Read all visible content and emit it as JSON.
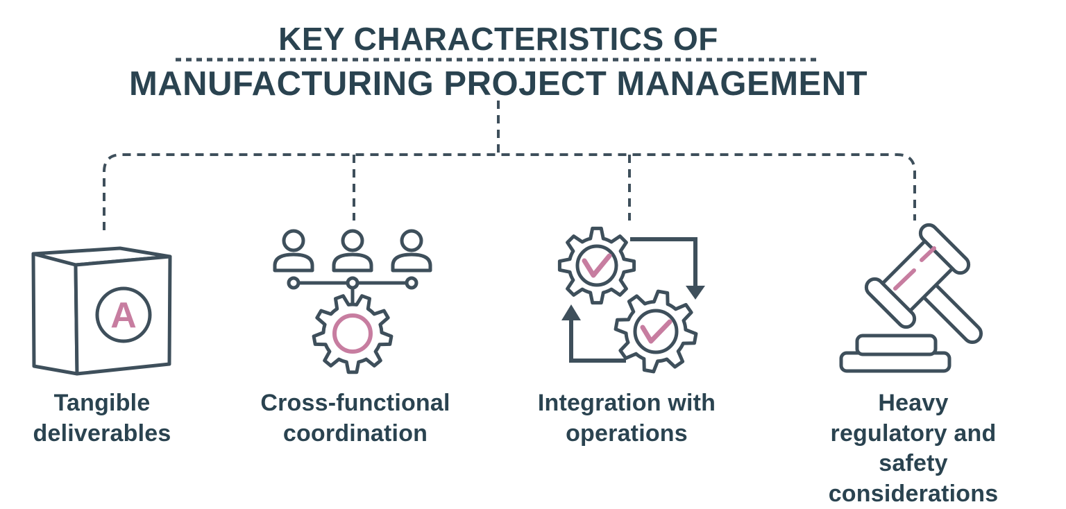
{
  "title": {
    "line1": "KEY CHARACTERISTICS OF",
    "line2": "MANUFACTURING PROJECT MANAGEMENT"
  },
  "branches": [
    {
      "label": "Tangible\ndeliverables",
      "icon": "package-box-icon",
      "box_letter": "A"
    },
    {
      "label": "Cross-functional\ncoordination",
      "icon": "team-gear-icon"
    },
    {
      "label": "Integration with\noperations",
      "icon": "gears-cycle-icon"
    },
    {
      "label": "Heavy regulatory and\nsafety considerations",
      "icon": "gavel-icon"
    }
  ],
  "colors": {
    "ink": "#2a4350",
    "line_stroke": "#3e4f5b",
    "accent_pink": "#c77da0",
    "background": "#ffffff"
  }
}
